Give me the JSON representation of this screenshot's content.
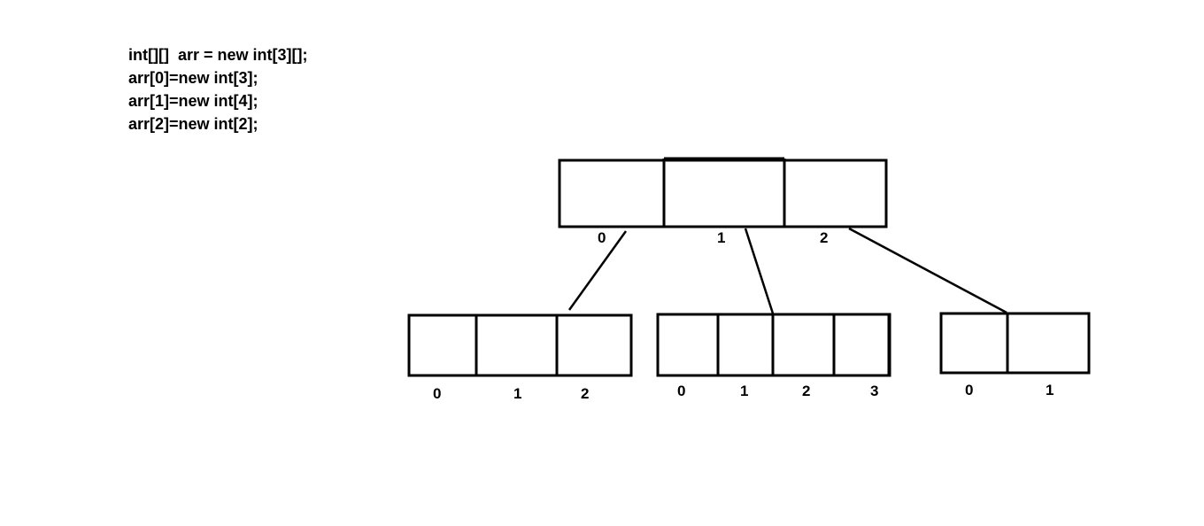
{
  "code_lines": [
    "int[][]  arr = new int[3][];",
    "arr[0]=new int[3];",
    "arr[1]=new int[4];",
    "arr[2]=new int[2];"
  ],
  "outer_array": {
    "indices": [
      "0",
      "1",
      "2"
    ]
  },
  "inner_arrays": [
    {
      "indices": [
        "0",
        "1",
        "2"
      ]
    },
    {
      "indices": [
        "0",
        "1",
        "2",
        "3"
      ]
    },
    {
      "indices": [
        "0",
        "1"
      ]
    }
  ],
  "colors": {
    "stroke": "#000000",
    "background": "#ffffff"
  }
}
